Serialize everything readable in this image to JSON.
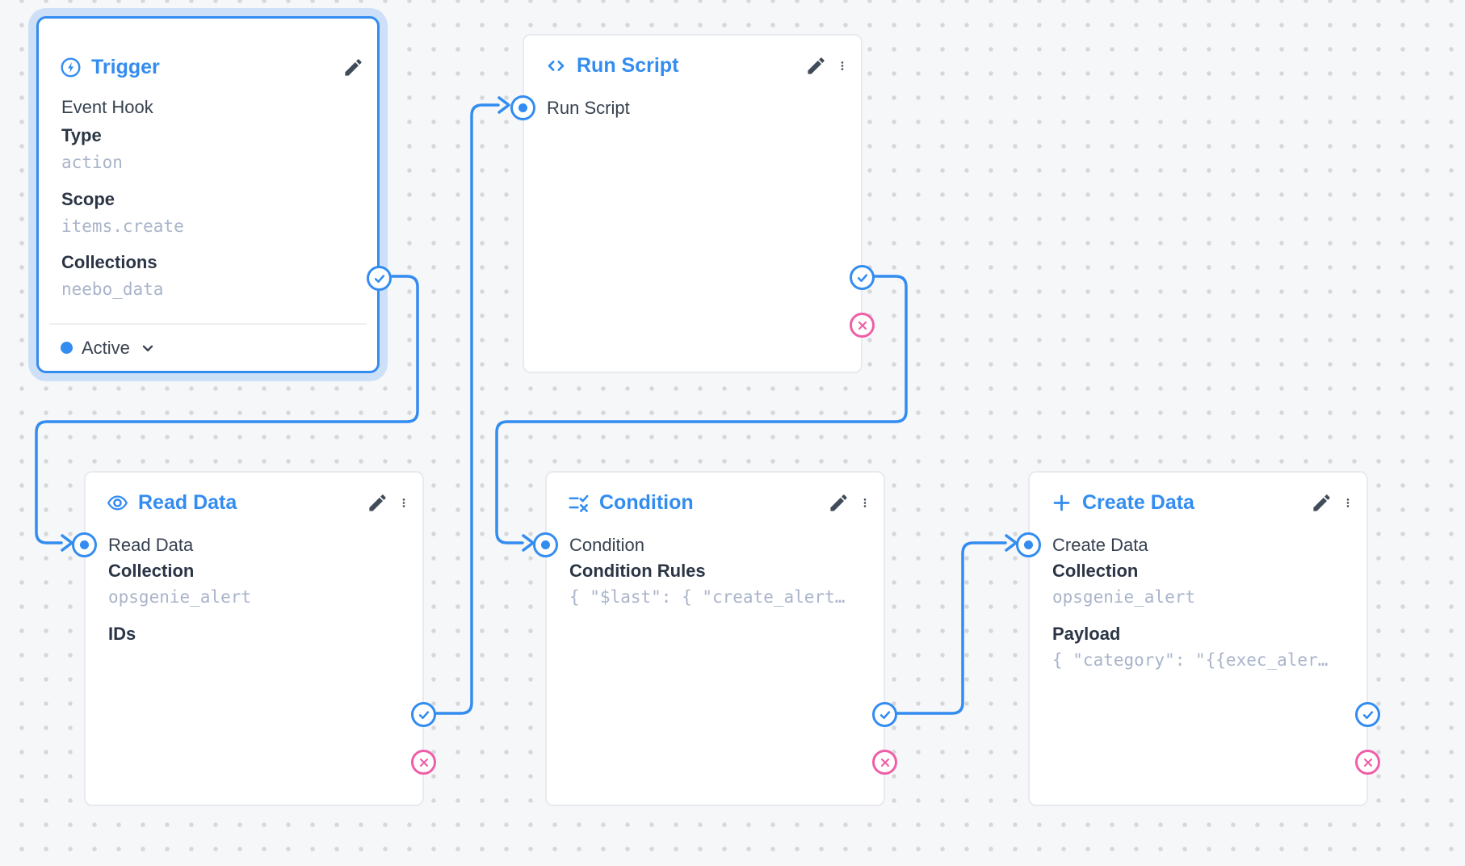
{
  "colors": {
    "accent": "#338CF0",
    "reject": "#EE5FA7",
    "canvas_bg": "#f6f7f9"
  },
  "nodes": [
    {
      "key": "trigger",
      "title": "Trigger",
      "icon": "bolt-circle-icon",
      "subtitle": "Event Hook",
      "fields": [
        {
          "label": "Type",
          "value": "action"
        },
        {
          "label": "Scope",
          "value": "items.create"
        },
        {
          "label": "Collections",
          "value": "neebo_data"
        }
      ],
      "status": "Active"
    },
    {
      "key": "run_script",
      "title": "Run Script",
      "icon": "code-icon",
      "input_label": "Run Script",
      "fields": []
    },
    {
      "key": "read_data",
      "title": "Read Data",
      "icon": "eye-icon",
      "input_label": "Read Data",
      "fields": [
        {
          "label": "Collection",
          "value": "opsgenie_alert"
        },
        {
          "label": "IDs",
          "value": ""
        }
      ]
    },
    {
      "key": "condition",
      "title": "Condition",
      "icon": "rule-icon",
      "input_label": "Condition",
      "fields": [
        {
          "label": "Condition Rules",
          "value": "{ \"$last\": { \"create_alert…"
        }
      ]
    },
    {
      "key": "create_data",
      "title": "Create Data",
      "icon": "plus-icon",
      "input_label": "Create Data",
      "fields": [
        {
          "label": "Collection",
          "value": "opsgenie_alert"
        },
        {
          "label": "Payload",
          "value": "{ \"category\": \"{{exec_aler…"
        }
      ]
    }
  ]
}
